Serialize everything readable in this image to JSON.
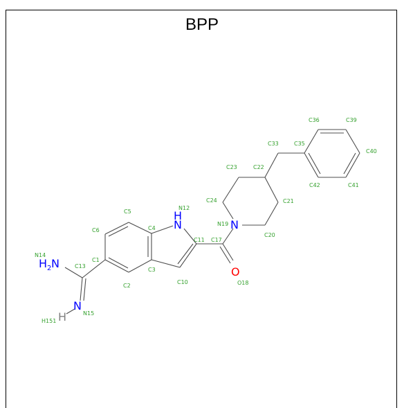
{
  "title": "BPP",
  "colors": {
    "carbon": "#33a02c",
    "nitrogen": "#0000ff",
    "oxygen": "#ff0000",
    "hydrogen": "#808080",
    "bond": "#4d4d4d"
  },
  "heteroatoms": {
    "nh": "N",
    "nh_h": "H",
    "n19": "N",
    "o18": "O",
    "nh2_h": "H",
    "nh2_sub": "2",
    "nh2_n": "N",
    "imine_n": "N",
    "imine_h": "H"
  },
  "atom_labels": {
    "C1": "C1",
    "C2": "C2",
    "C3": "C3",
    "C4": "C4",
    "C5": "C5",
    "C6": "C6",
    "C10": "C10",
    "C11": "C11",
    "N12": "N12",
    "C13": "C13",
    "N14": "N14",
    "N15": "N15",
    "H151": "H151",
    "C17": "C17",
    "O18": "O18",
    "N19": "N19",
    "C20": "C20",
    "C21": "C21",
    "C22": "C22",
    "C23": "C23",
    "C24": "C24",
    "C33": "C33",
    "C35": "C35",
    "C36": "C36",
    "C39": "C39",
    "C40": "C40",
    "C41": "C41",
    "C42": "C42"
  }
}
